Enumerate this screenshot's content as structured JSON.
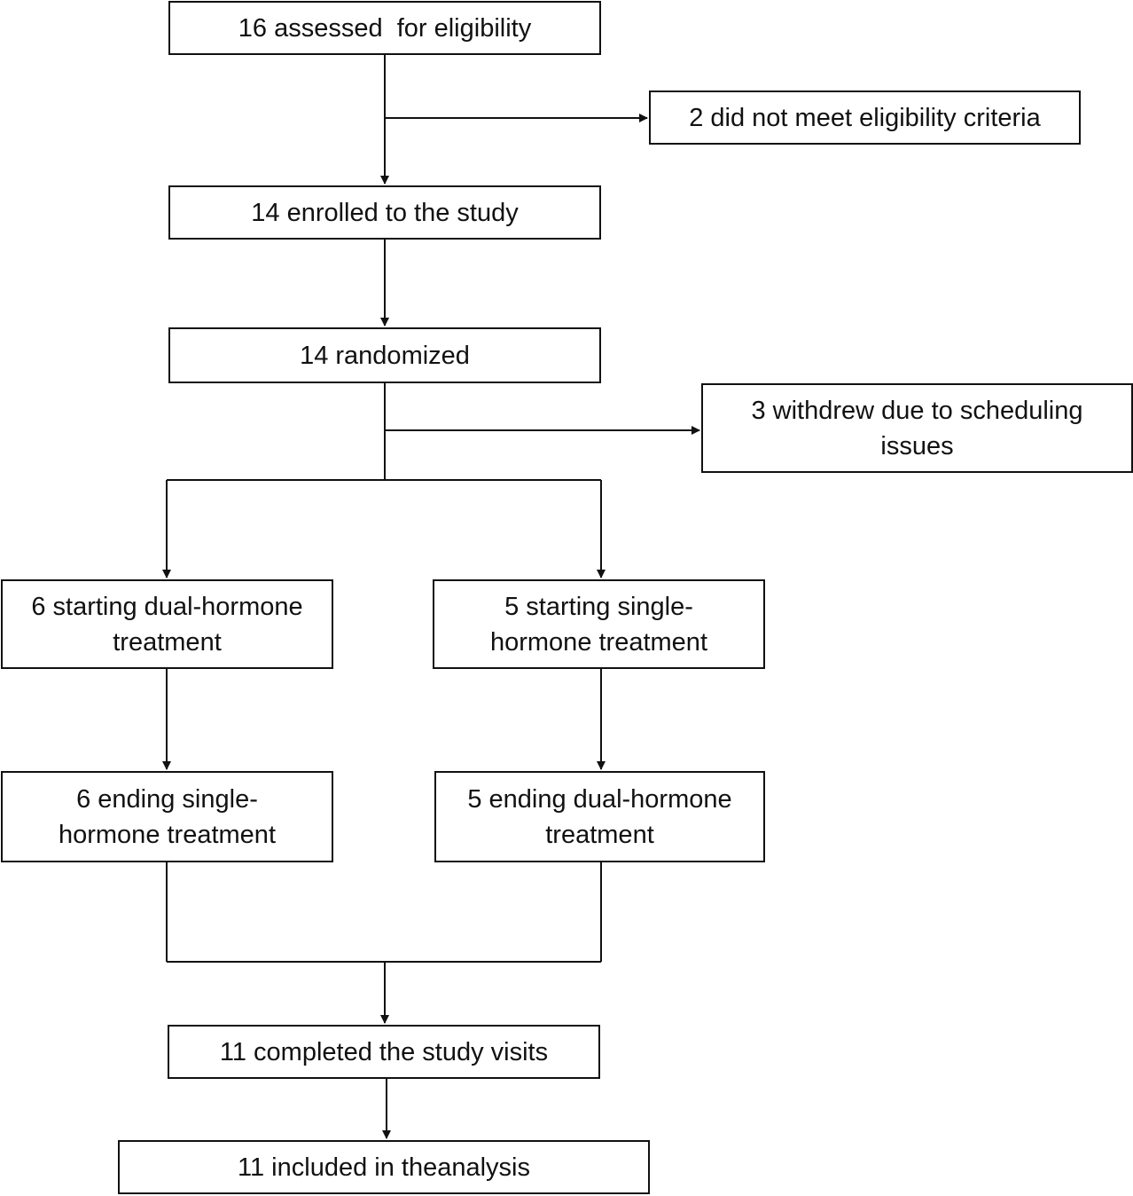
{
  "flowchart": {
    "assessed": "16 assessed  for eligibility",
    "not_eligible": "2 did not meet eligibility criteria",
    "enrolled": "14 enrolled to the study",
    "randomized": "14 randomized",
    "withdrew": "3 withdrew due to scheduling issues",
    "starting_dual": "6 starting dual-hormone treatment",
    "starting_single": "5 starting single-hormone treatment",
    "ending_single": "6 ending single-hormone treatment",
    "ending_dual": "5 ending dual-hormone treatment",
    "completed": "11 completed the study visits",
    "included": "11 included in theanalysis"
  },
  "colors": {
    "stroke": "#111111",
    "background": "#ffffff"
  }
}
